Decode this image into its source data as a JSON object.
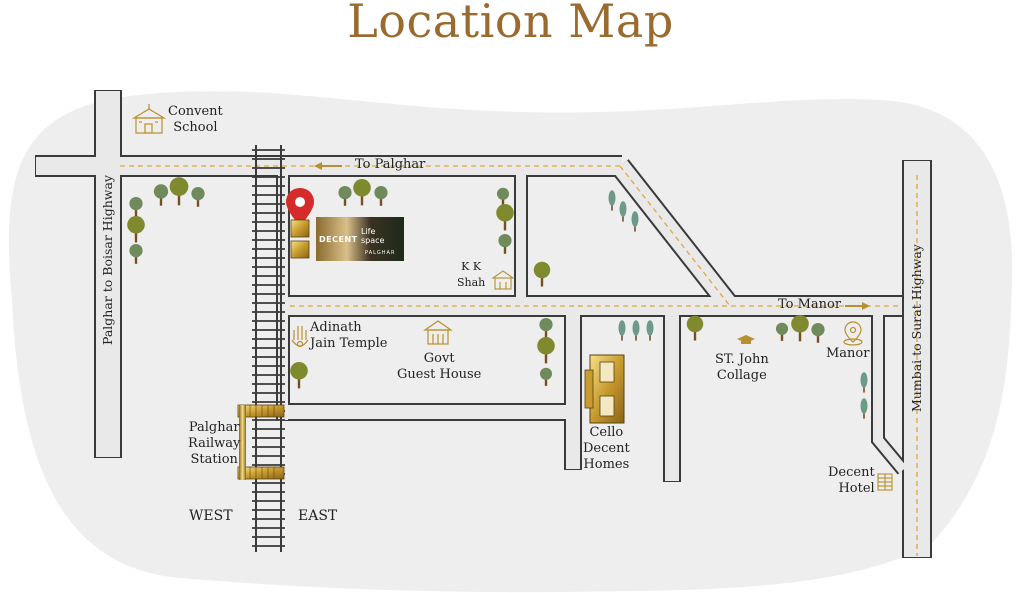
{
  "title": "Location Map",
  "roads": {
    "to_palghar": "To Palghar",
    "to_manor": "To Manor",
    "boisar_highway": "Palghar to Boisar Highway",
    "surat_highway": "Mumbai to Surat Highway"
  },
  "places": {
    "convent_school": "Convent\nSchool",
    "kk_shah": "K K\nShah",
    "adinath_temple": "Adinath\nJain Temple",
    "guest_house": "Govt\nGuest House",
    "st_john": "ST. John\nCollage",
    "manor": "Manor",
    "railway_station": "Palghar\nRailway\nStation",
    "cello_homes": "Cello\nDecent\nHomes",
    "decent_hotel": "Decent\nHotel",
    "west": "WEST",
    "east": "EAST"
  },
  "project_logo": {
    "brand": "DECENT",
    "name": "Life\nspace",
    "city": "PALGHAR"
  },
  "colors": {
    "title": "#9a6a2e",
    "road": "#e9e9e9",
    "road_edge": "#3a3a3a",
    "dash": "#e0a73c",
    "blob": "#eeeeee",
    "gold": "#b8902f",
    "tree_trunk": "#7a4e24",
    "tree_olive": "#7f8a2e",
    "tree_green": "#6f8a5b",
    "cypress": "#6e9a8a",
    "pin": "#d62b2b"
  }
}
